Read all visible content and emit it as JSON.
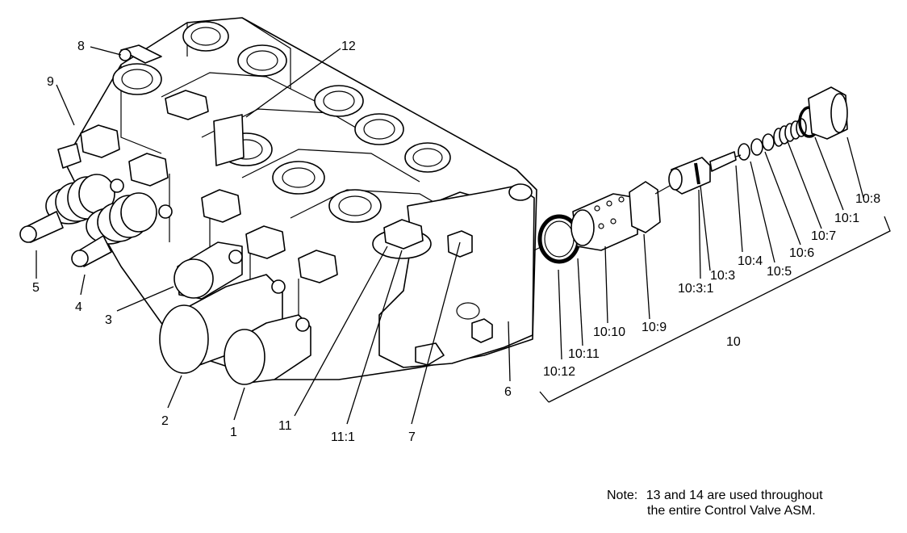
{
  "diagram": {
    "callouts": {
      "c1": "1",
      "c2": "2",
      "c3": "3",
      "c4": "4",
      "c5": "5",
      "c6": "6",
      "c7": "7",
      "c8": "8",
      "c9": "9",
      "c10": "10",
      "c11": "11",
      "c11_1": "11:1",
      "c12": "12",
      "c10_1": "10:1",
      "c10_3": "10:3",
      "c10_3_1": "10:3:1",
      "c10_4": "10:4",
      "c10_5": "10:5",
      "c10_6": "10:6",
      "c10_7": "10:7",
      "c10_8": "10:8",
      "c10_9": "10:9",
      "c10_10": "10:10",
      "c10_11": "10:11",
      "c10_12": "10:12"
    },
    "note": {
      "prefix": "Note:",
      "line1": "13 and 14 are used throughout",
      "line2": "the entire Control Valve ASM."
    }
  }
}
